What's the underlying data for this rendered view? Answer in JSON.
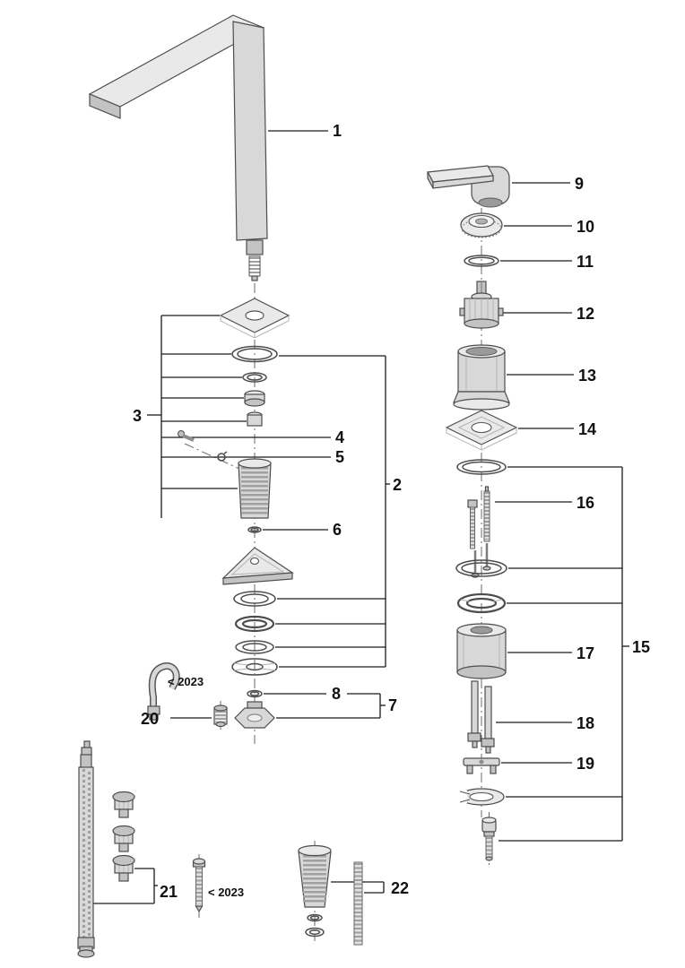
{
  "diagram": {
    "kind": "exploded-parts-diagram",
    "subject": "single-lever faucet with spout, cartridge and mounting hardware",
    "part_numbers": [
      "1",
      "2",
      "3",
      "4",
      "5",
      "6",
      "7",
      "8",
      "9",
      "10",
      "11",
      "12",
      "13",
      "14",
      "15",
      "16",
      "17",
      "18",
      "19",
      "20",
      "21",
      "22"
    ],
    "notes": {
      "pre_2023": "< 2023"
    },
    "colors": {
      "line": "#1a1a1a",
      "part_fill": "#d8d8d8",
      "background": "#ffffff"
    }
  }
}
